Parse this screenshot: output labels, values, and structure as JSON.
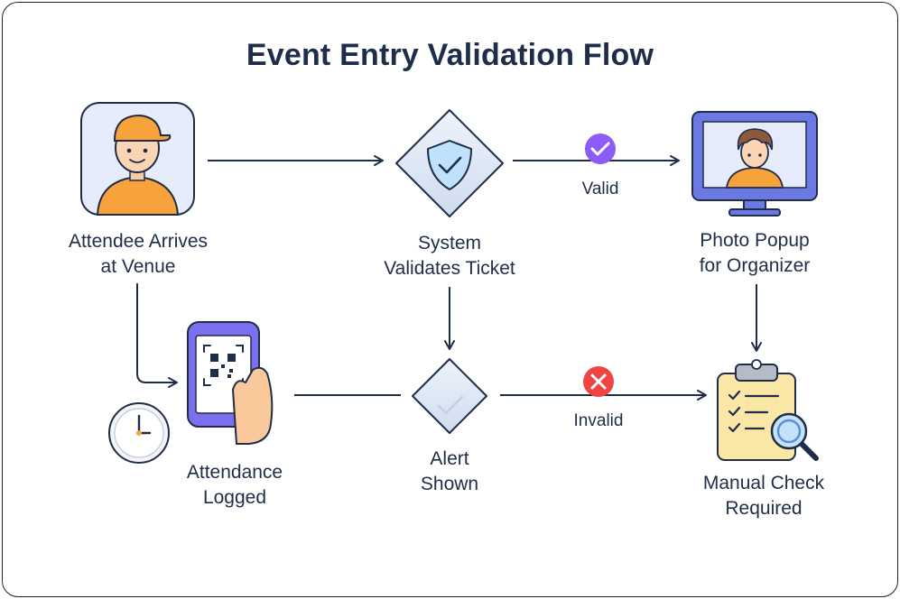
{
  "title": "Event Entry Validation Flow",
  "nodes": {
    "attendee": {
      "line1": "Attendee Arrives",
      "line2": "at Venue"
    },
    "validate": {
      "line1": "System",
      "line2": "Validates Ticket"
    },
    "photo": {
      "line1": "Photo Popup",
      "line2": "for Organizer"
    },
    "attendance": {
      "line1": "Attendance",
      "line2": "Logged"
    },
    "alert": {
      "line1": "Alert",
      "line2": "Shown"
    },
    "manual": {
      "line1": "Manual Check",
      "line2": "Required"
    }
  },
  "edges": {
    "valid": "Valid",
    "invalid": "Invalid"
  },
  "colors": {
    "ink": "#1f2d49",
    "valid": "#8b5cf6",
    "invalid": "#ef4444",
    "accent_orange": "#f7a23b",
    "accent_blue": "#5b6ee1"
  },
  "icons": {
    "attendee": "person-cap-icon",
    "validate": "shield-check-icon",
    "photo": "monitor-person-icon",
    "attendance": "phone-qr-icon",
    "clock": "clock-icon",
    "alert": "diamond-check-icon",
    "manual": "clipboard-magnifier-icon"
  }
}
